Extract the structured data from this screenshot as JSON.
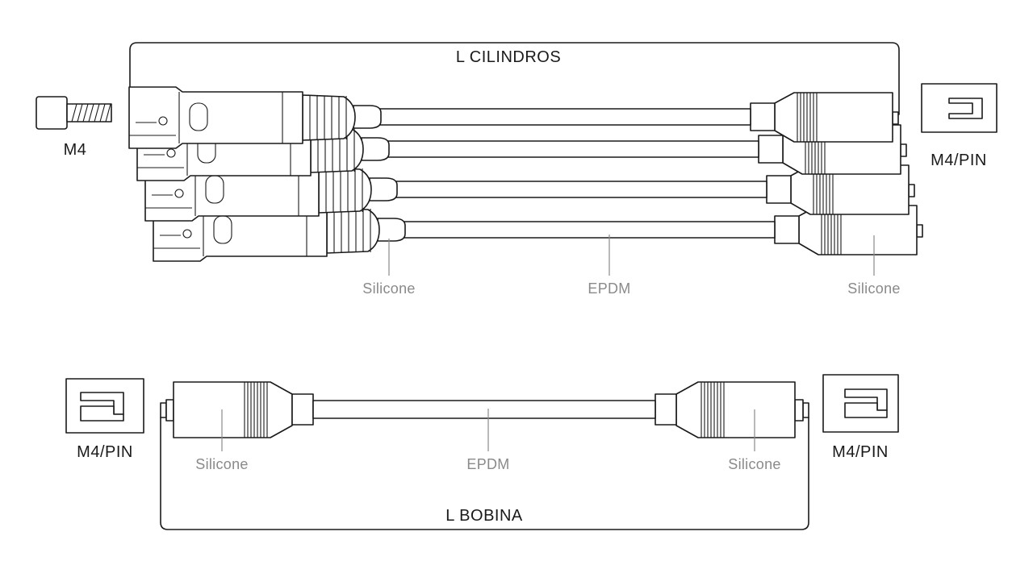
{
  "labels": {
    "l_cilindros": "L  CILINDROS",
    "l_bobina": "L BOBINA",
    "m4": "M4",
    "m4pin_top": "M4/PIN",
    "m4pin_left": "M4/PIN",
    "m4pin_right": "M4/PIN"
  },
  "materials": {
    "top_left": "Silicone",
    "top_mid": "EPDM",
    "top_right": "Silicone",
    "bottom_left": "Silicone",
    "bottom_mid": "EPDM",
    "bottom_right": "Silicone"
  },
  "colors": {
    "line": "#1a1a1a",
    "material_text": "#8a8a8a",
    "background": "#ffffff"
  },
  "parts": {
    "cylinder_wires": 4,
    "coil_wires": 1
  }
}
